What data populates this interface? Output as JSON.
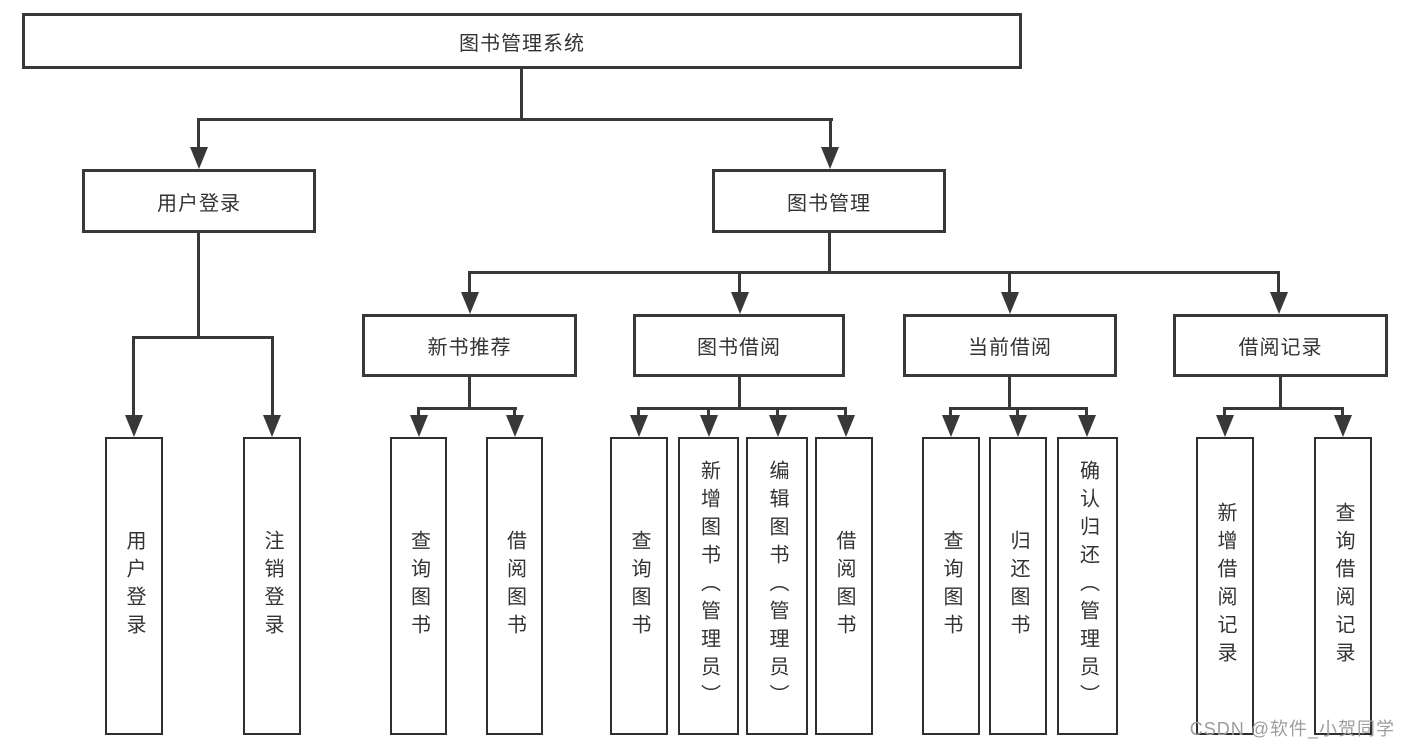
{
  "diagram": {
    "root": {
      "label": "图书管理系统"
    },
    "level2": [
      {
        "label": "用户登录"
      },
      {
        "label": "图书管理"
      }
    ],
    "level3": [
      {
        "label": "新书推荐"
      },
      {
        "label": "图书借阅"
      },
      {
        "label": "当前借阅"
      },
      {
        "label": "借阅记录"
      }
    ],
    "leaves": {
      "user_login": [
        {
          "label": "用户登录"
        },
        {
          "label": "注销登录"
        }
      ],
      "new_book_recommend": [
        {
          "label": "查询图书"
        },
        {
          "label": "借阅图书"
        }
      ],
      "book_borrow": [
        {
          "label": "查询图书"
        },
        {
          "label": "新增图书（管理员）"
        },
        {
          "label": "编辑图书（管理员）"
        },
        {
          "label": "借阅图书"
        }
      ],
      "current_borrow": [
        {
          "label": "查询图书"
        },
        {
          "label": "归还图书"
        },
        {
          "label": "确认归还（管理员）"
        }
      ],
      "borrow_record": [
        {
          "label": "新增借阅记录"
        },
        {
          "label": "查询借阅记录"
        }
      ]
    }
  },
  "watermark": {
    "text": "CSDN @软件_小贺同学"
  },
  "colors": {
    "line": "#383838",
    "text": "#333333",
    "watermark": "#9d9d9d",
    "background": "#ffffff"
  }
}
